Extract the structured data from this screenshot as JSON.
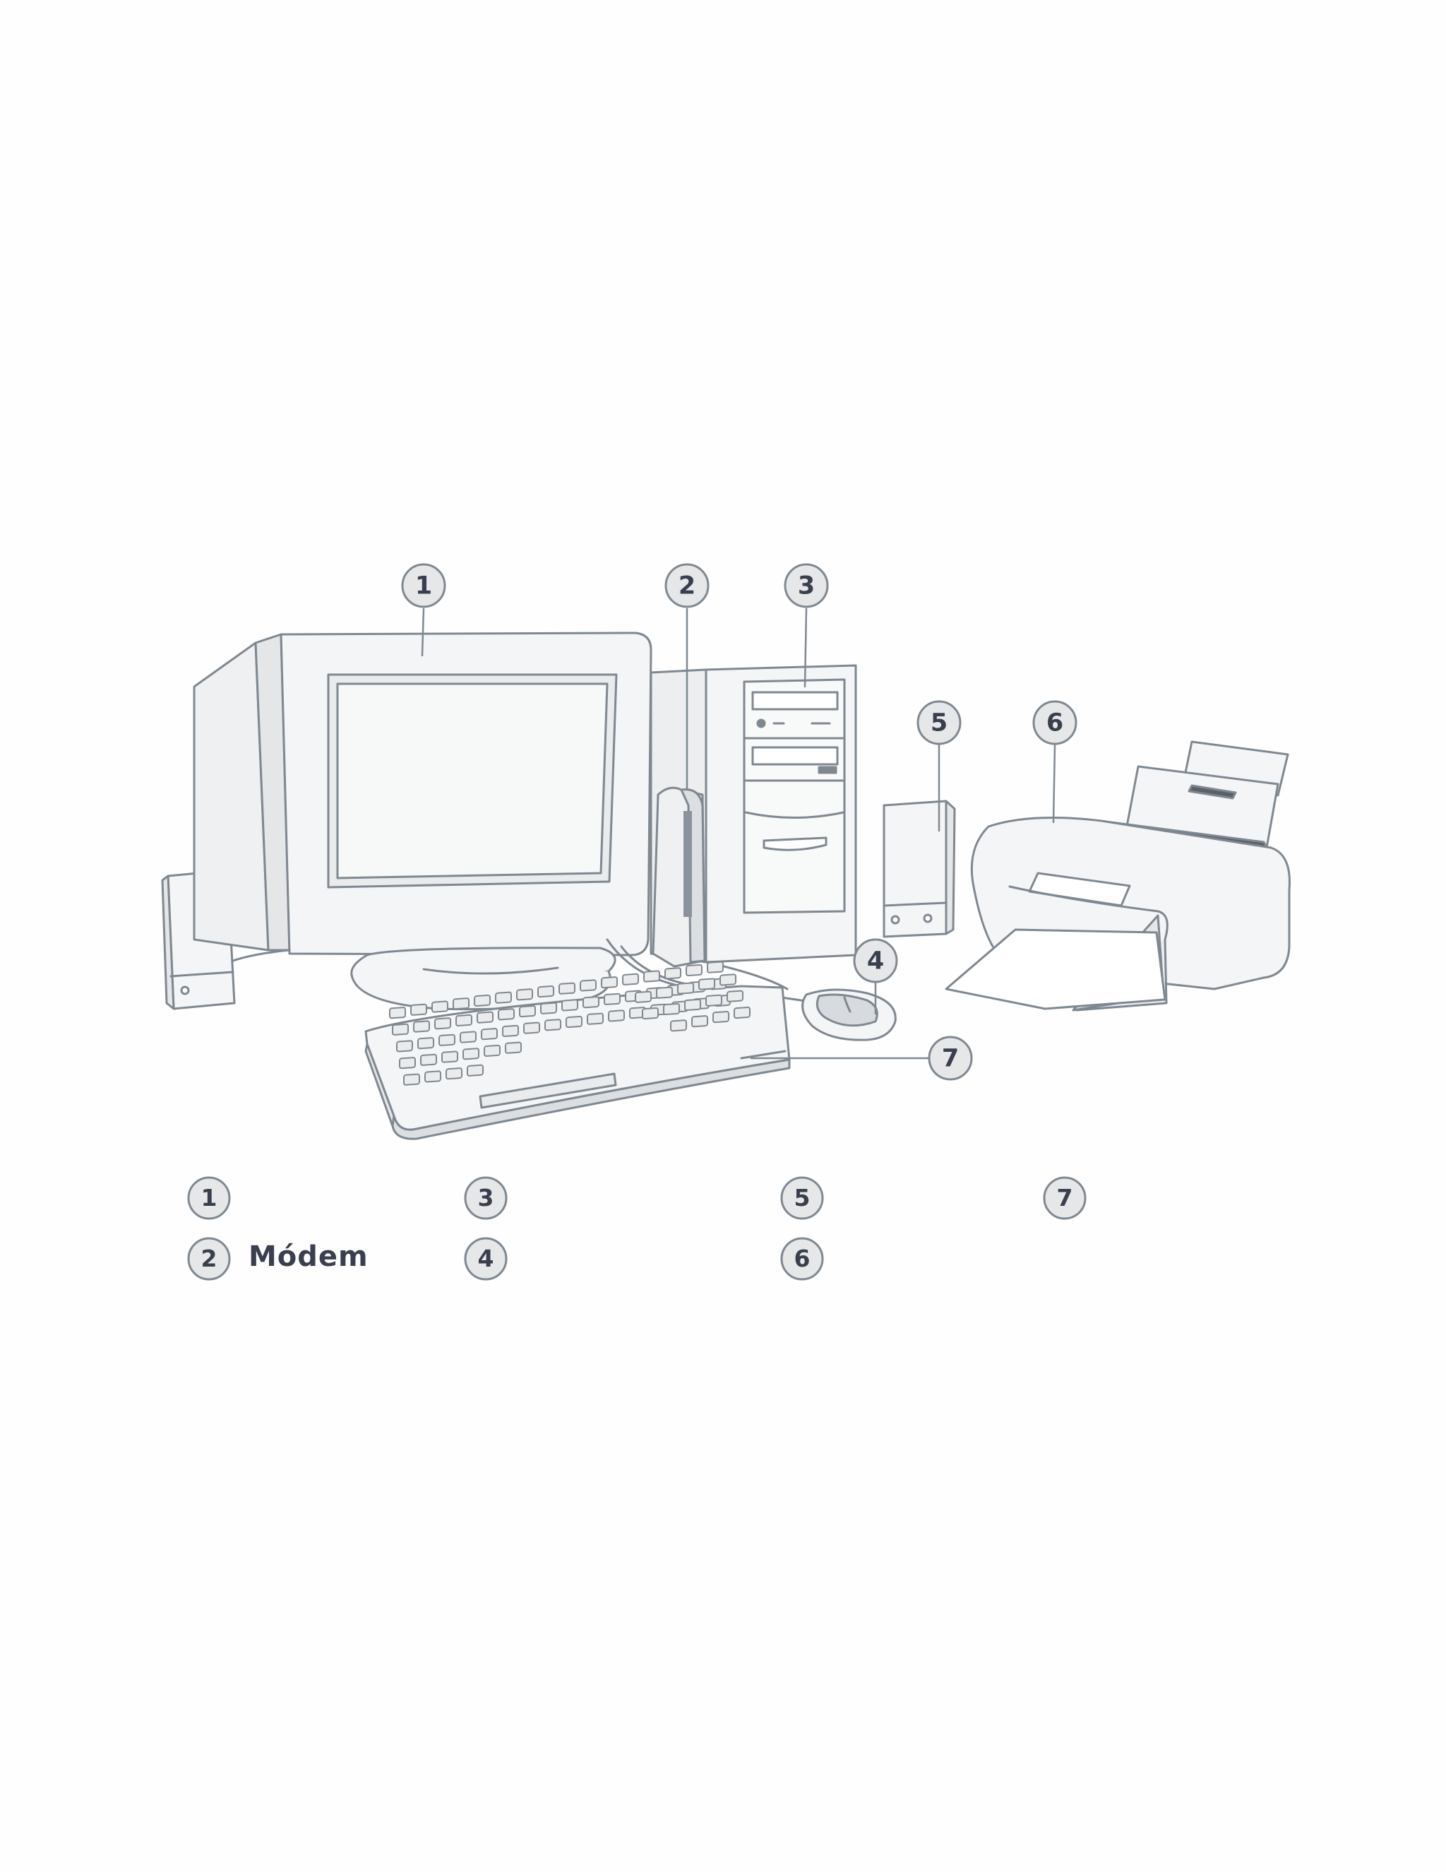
{
  "diagram": {
    "callouts": [
      "1",
      "2",
      "3",
      "4",
      "5",
      "6",
      "7"
    ],
    "legend": [
      {
        "number": "1",
        "label": ""
      },
      {
        "number": "2",
        "label": "Módem"
      },
      {
        "number": "3",
        "label": ""
      },
      {
        "number": "4",
        "label": ""
      },
      {
        "number": "5",
        "label": ""
      },
      {
        "number": "6",
        "label": ""
      },
      {
        "number": "7",
        "label": ""
      }
    ]
  },
  "colors": {
    "line": "#7f8891",
    "fill_light": "#f4f5f6",
    "fill_mid": "#e4e6e8",
    "callout_fill": "#e6e7e8",
    "callout_text": "#3a3f4d"
  }
}
